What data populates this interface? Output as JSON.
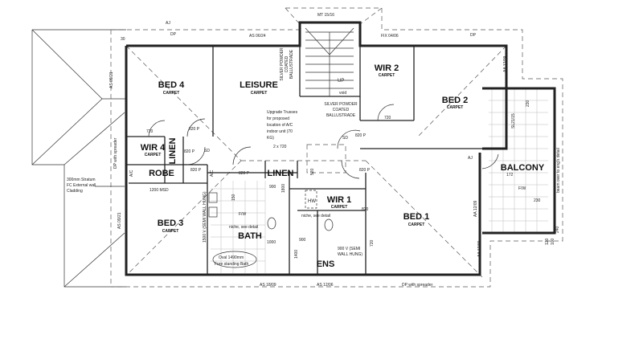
{
  "rooms": {
    "bed4": {
      "name": "BED 4",
      "floor": "CARPET"
    },
    "leisure": {
      "name": "LEISURE",
      "floor": "CARPET"
    },
    "wir2": {
      "name": "WIR 2",
      "floor": "CARPET"
    },
    "bed2": {
      "name": "BED 2",
      "floor": "CARPET"
    },
    "wir4": {
      "name": "WIR 4",
      "floor": "CARPET"
    },
    "robe": {
      "name": "ROBE"
    },
    "linen_a": {
      "name": "LINEN"
    },
    "linen_b": {
      "name": "LINEN"
    },
    "wir1": {
      "name": "WIR 1",
      "floor": "CARPET"
    },
    "bed3": {
      "name": "BED 3",
      "floor": "CARPET"
    },
    "bath": {
      "name": "BATH"
    },
    "bed1": {
      "name": "BED 1",
      "floor": "CARPET"
    },
    "ens": {
      "name": "ENS"
    },
    "balcony": {
      "name": "BALCONY"
    }
  },
  "windows": {
    "top_left": "AS 06/24",
    "stair": "MT 15/16",
    "wir2": "FIX 04/06",
    "bed2_side": "AA 12/09",
    "bed4_side": "AS 09/21",
    "bed3_side": "AS 09/21",
    "bath_bottom": "AS 18/09",
    "ens_bottom": "AS 12/06",
    "balcony_door": "SL21/15",
    "bed1_side_a": "AA 12/09",
    "bed1_side_b": "AA 12/09"
  },
  "notes": {
    "a_j": "AJ",
    "dp": "DP",
    "dp_spreader": "DP with spreader",
    "cladding": [
      "300mm Stratum",
      "FC External wall",
      "Cladding"
    ],
    "balustrade_1": [
      "SILVER POWDER",
      "COATED",
      "BALLUSTRADE"
    ],
    "balustrade_2": [
      "SILVER POWDER",
      "COATED",
      "BALLUSTRADE"
    ],
    "upgrade": [
      "Upgrade Trusses",
      "for proposed",
      "location of A/C",
      "indoor unit (70",
      "KG)"
    ],
    "up": "UP",
    "void": "void",
    "sd": "SD",
    "hw": "HW",
    "bath_tub": [
      "Oval 1490mm",
      "Free standing Bath"
    ],
    "niche": "niche, see detail",
    "vanity_bath": "1500 V (SEMI WALL HUNG)",
    "vanity_ens": [
      "900 V (SEMI",
      "WALL HUNG)"
    ],
    "beam": "beam over to eng's detail",
    "fw": "F/W",
    "ac": "A/C",
    "dim_30": "30"
  },
  "dims": {
    "d720": "720",
    "d820p": "820 P",
    "d820": "820",
    "d2x720": "2 x 720",
    "d1200": "1200 MSD",
    "d900": "900",
    "d1000": "1000",
    "d1400": "1400",
    "d1800": "1800",
    "d150": "150",
    "d520": "520",
    "d230": "230",
    "d172": "172",
    "d240": "240",
    "d120": "120",
    "d100": "100"
  }
}
